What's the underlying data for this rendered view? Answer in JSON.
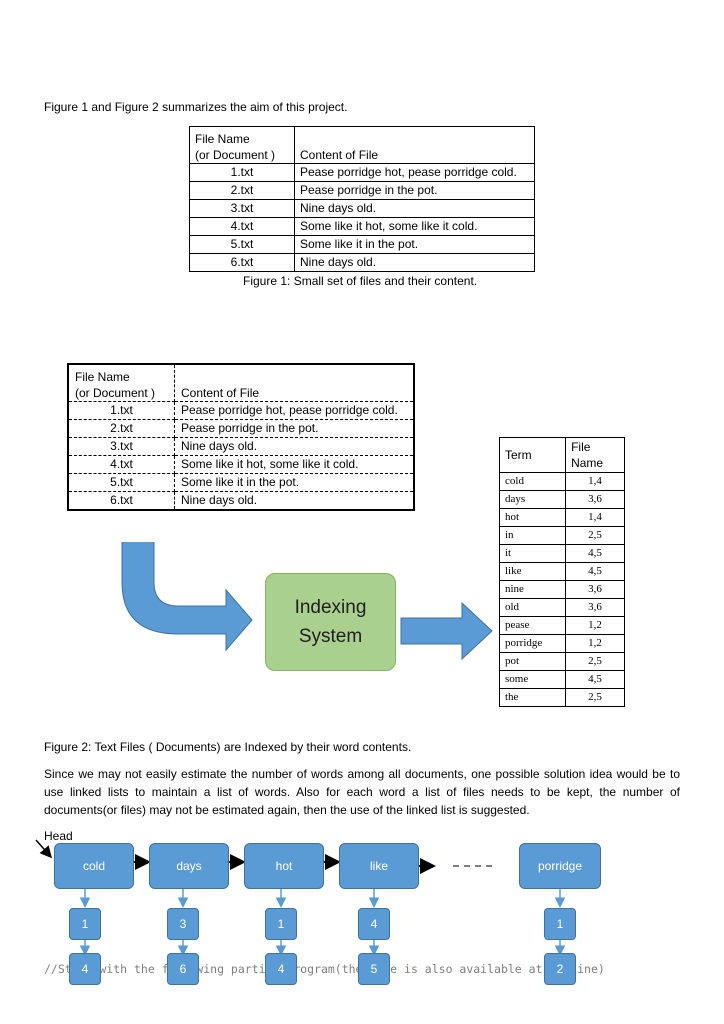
{
  "intro": "Figure 1 and Figure 2 summarizes the aim of this project.",
  "table1": {
    "header_file": [
      "File Name",
      "(or Document )"
    ],
    "header_content": "Content of File",
    "rows": [
      {
        "file": "1.txt",
        "content": "Pease porridge hot, pease porridge cold."
      },
      {
        "file": "2.txt",
        "content": "Pease porridge in the pot."
      },
      {
        "file": "3.txt",
        "content": "Nine days old."
      },
      {
        "file": "4.txt",
        "content": "Some like it hot, some like it cold."
      },
      {
        "file": "5.txt",
        "content": "Some like it in the pot."
      },
      {
        "file": "6.txt",
        "content": "Nine days old."
      }
    ]
  },
  "figure1_caption": "Figure 1: Small set of files and their content.",
  "indexing_system": [
    "Indexing",
    "System"
  ],
  "term_table": {
    "header_term": "Term",
    "header_file": [
      "File",
      "Name"
    ],
    "rows": [
      {
        "term": "cold",
        "files": "1,4"
      },
      {
        "term": "days",
        "files": "3,6"
      },
      {
        "term": "hot",
        "files": "1,4"
      },
      {
        "term": "in",
        "files": "2,5"
      },
      {
        "term": "it",
        "files": "4,5"
      },
      {
        "term": "like",
        "files": "4,5"
      },
      {
        "term": "nine",
        "files": "3,6"
      },
      {
        "term": "old",
        "files": "3,6"
      },
      {
        "term": "pease",
        "files": "1,2"
      },
      {
        "term": "porridge",
        "files": "1,2"
      },
      {
        "term": "pot",
        "files": "2,5"
      },
      {
        "term": "some",
        "files": "4,5"
      },
      {
        "term": "the",
        "files": "2,5"
      }
    ]
  },
  "figure2_caption": "Figure 2: Text Files ( Documents) are Indexed by their word contents.",
  "paragraph": "Since we may not easily estimate the number of words among all documents, one possible solution idea would be to use linked lists to maintain a list of words.  Also for each word a list of files needs to be kept, the number of documents(or files)  may not be estimated again, then the use of the linked list is suggested.",
  "linked_list": {
    "head_label": "Head",
    "nodes": [
      {
        "word": "cold",
        "files": [
          "1",
          "4"
        ]
      },
      {
        "word": "days",
        "files": [
          "3",
          "6"
        ]
      },
      {
        "word": "hot",
        "files": [
          "1",
          "4"
        ]
      },
      {
        "word": "like",
        "files": [
          "4",
          "5"
        ]
      },
      {
        "word": "porridge",
        "files": [
          "1",
          "2"
        ]
      }
    ]
  },
  "code_line": "//Start with the following partial program(the code is also available at ponline)",
  "colors": {
    "node": "#5b9bd5",
    "indexing": "#a9d08e",
    "arrow": "#5b9bd5"
  }
}
